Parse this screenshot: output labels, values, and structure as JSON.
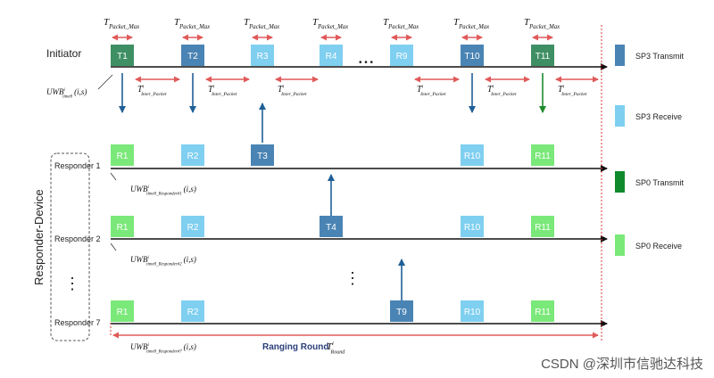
{
  "initiator_label": "Initiator",
  "group_label": "Responder-Device",
  "responders": [
    "Responder 1",
    "Responder 2",
    "Responder 7"
  ],
  "dots": "• • •",
  "vdots": "⋮",
  "t_packet_max": {
    "sym": "T",
    "sub": "Packet_Max"
  },
  "t_inter_packet": {
    "sym": "T",
    "sup": "i",
    "sub": "Inter_Packet"
  },
  "uwb_init": {
    "sym": "UWB",
    "sup": "i",
    "sub": "time0",
    "args": "(i,s)"
  },
  "uwb_resp1": {
    "sym": "UWB",
    "sup": "i",
    "sub": "time0_Responder#1",
    "args": "(i,s)"
  },
  "uwb_resp2": {
    "sym": "UWB",
    "sup": "i",
    "sub": "time0_Responder#2",
    "args": "(i,s)"
  },
  "uwb_resp7": {
    "sym": "UWB",
    "sup": "i",
    "sub": "time0_Responder#7",
    "args": "(i,s)"
  },
  "ranging_round": "Ranging Round",
  "t_round": {
    "sym": "T",
    "sup": "i",
    "sub": "Round"
  },
  "initiator_blocks": [
    "T1",
    "T2",
    "R3",
    "R4",
    "R9",
    "T10",
    "T11"
  ],
  "initiator_kinds": [
    "sp0tx",
    "sp3tx",
    "sp3rx",
    "sp3rx",
    "sp3rx",
    "sp3tx",
    "sp0tx"
  ],
  "responder1_blocks": [
    "R1",
    "R2",
    "T3",
    "R10",
    "R11"
  ],
  "responder1_kinds": [
    "sp0rx",
    "sp3rx",
    "sp3tx",
    "sp3rx",
    "sp0rx"
  ],
  "responder2_blocks": [
    "R1",
    "R2",
    "T4",
    "R10",
    "R11"
  ],
  "responder2_kinds": [
    "sp0rx",
    "sp3rx",
    "sp3tx",
    "sp3rx",
    "sp0rx"
  ],
  "responder7_blocks": [
    "R1",
    "R2",
    "T9",
    "R10",
    "R11"
  ],
  "responder7_kinds": [
    "sp0rx",
    "sp3rx",
    "sp3tx",
    "sp3rx",
    "sp0rx"
  ],
  "legend": [
    {
      "label": "SP3 Transmit",
      "color": "#4a84b4"
    },
    {
      "label": "SP3 Receive",
      "color": "#7fcff0"
    },
    {
      "label": "SP0 Transmit",
      "color": "#0e8a2c"
    },
    {
      "label": "SP0 Receive",
      "color": "#7be87a"
    }
  ],
  "colors": {
    "sp3tx": "#4a84b4",
    "sp3rx": "#7fcff0",
    "sp0tx": "#3f8f64",
    "sp0rx": "#7be87a",
    "arrow_red": "#e05a5a",
    "arrow_blue": "#1f5f97",
    "arrow_green": "#1e8a2e",
    "dashed_red": "#d9383a"
  },
  "watermark": "CSDN @深圳市信驰达科技"
}
